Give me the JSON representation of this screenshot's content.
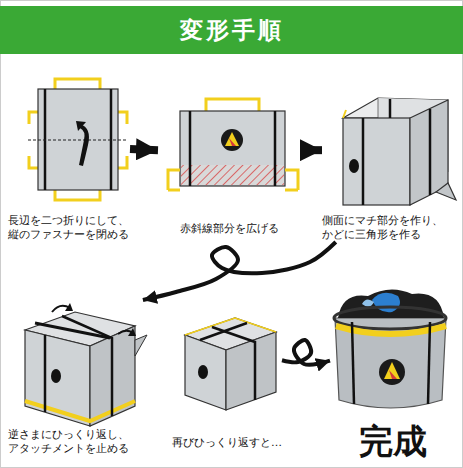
{
  "diagram": {
    "title": "変形手順",
    "nodes": [
      {
        "text": [
          "長辺を二つ折りにして、 縦のファスナーを閉める"
        ]
      },
      {
        "text": [
          "赤斜線部分を広げる"
        ]
      },
      {
        "text": [
          "側面にマチ部分を作り、 かどに三角形を作る"
        ]
      },
      {
        "text": [
          "逆さまにひっくり返し、 アタッチメントを止める"
        ]
      },
      {
        "text": [
          "再びひっくり返すと…"
        ]
      },
      {
        "text": [
          "完成"
        ]
      }
    ],
    "edges": [
      {
        "from": 0,
        "to": 1,
        "arrow": "to"
      },
      {
        "from": 1,
        "to": 2,
        "arrow": "to"
      },
      {
        "from": 2,
        "to": 3,
        "arrow": "to"
      },
      {
        "from": 4,
        "to": 5,
        "arrow": "to"
      }
    ]
  }
}
